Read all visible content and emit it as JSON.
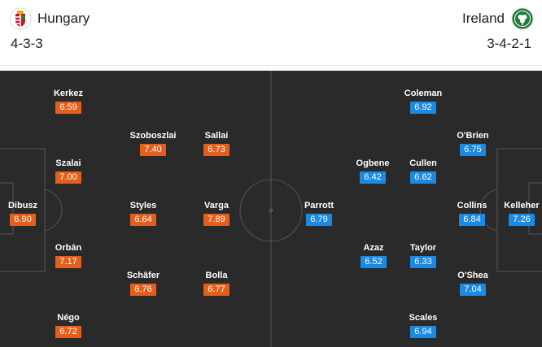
{
  "home": {
    "name": "Hungary",
    "formation": "4-3-3",
    "crest_icon": "hungary-crest-icon",
    "rating_color": "#e55f1c",
    "players": [
      {
        "name": "Kerkez",
        "rating": "6.59"
      },
      {
        "name": "Szoboszlai",
        "rating": "7.40"
      },
      {
        "name": "Sallai",
        "rating": "6.73"
      },
      {
        "name": "Szalai",
        "rating": "7.00"
      },
      {
        "name": "Dibusz",
        "rating": "6.90"
      },
      {
        "name": "Styles",
        "rating": "6.64"
      },
      {
        "name": "Varga",
        "rating": "7.89"
      },
      {
        "name": "Orbán",
        "rating": "7.17"
      },
      {
        "name": "Schäfer",
        "rating": "6.76"
      },
      {
        "name": "Bolla",
        "rating": "6.77"
      },
      {
        "name": "Négo",
        "rating": "6.72"
      }
    ]
  },
  "away": {
    "name": "Ireland",
    "formation": "3-4-2-1",
    "crest_icon": "ireland-crest-icon",
    "rating_color": "#1a8ae5",
    "players": [
      {
        "name": "Coleman",
        "rating": "6.92"
      },
      {
        "name": "O'Brien",
        "rating": "6.75"
      },
      {
        "name": "Ogbene",
        "rating": "6.42"
      },
      {
        "name": "Cullen",
        "rating": "6.62"
      },
      {
        "name": "Parrott",
        "rating": "6.79"
      },
      {
        "name": "Collins",
        "rating": "6.84"
      },
      {
        "name": "Kelleher",
        "rating": "7.26"
      },
      {
        "name": "Azaz",
        "rating": "6.52"
      },
      {
        "name": "Taylor",
        "rating": "6.33"
      },
      {
        "name": "O'Shea",
        "rating": "7.04"
      },
      {
        "name": "Scales",
        "rating": "6.94"
      }
    ]
  },
  "pitch_color": "#2a2a2a",
  "line_color": "#4d4d4d"
}
